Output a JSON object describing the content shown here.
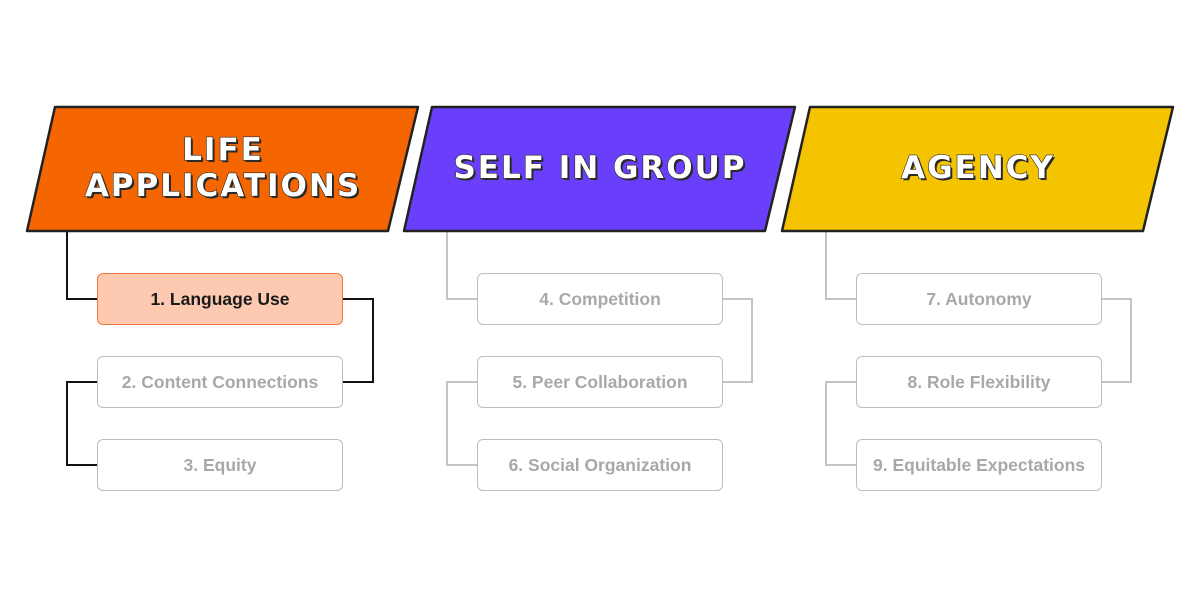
{
  "columns": [
    {
      "title": "LIFE\nAPPLICATIONS",
      "color": "#f56600",
      "items": [
        {
          "label": "1. Language Use",
          "active": true
        },
        {
          "label": "2. Content Connections",
          "active": false
        },
        {
          "label": "3. Equity",
          "active": false
        }
      ]
    },
    {
      "title": "SELF IN GROUP",
      "color": "#6a3ffb",
      "items": [
        {
          "label": "4. Competition",
          "active": false
        },
        {
          "label": "5. Peer Collaboration",
          "active": false
        },
        {
          "label": "6. Social Organization",
          "active": false
        }
      ]
    },
    {
      "title": "AGENCY",
      "color": "#f5c400",
      "items": [
        {
          "label": "7. Autonomy",
          "active": false
        },
        {
          "label": "8. Role Flexibility",
          "active": false
        },
        {
          "label": "9. Equitable Expectations",
          "active": false
        }
      ]
    }
  ],
  "colors": {
    "active_item_fill": "#fdc9b0",
    "active_item_border": "#f0763f",
    "active_connector": "#111111",
    "inactive_connector": "#c4c4c4"
  }
}
